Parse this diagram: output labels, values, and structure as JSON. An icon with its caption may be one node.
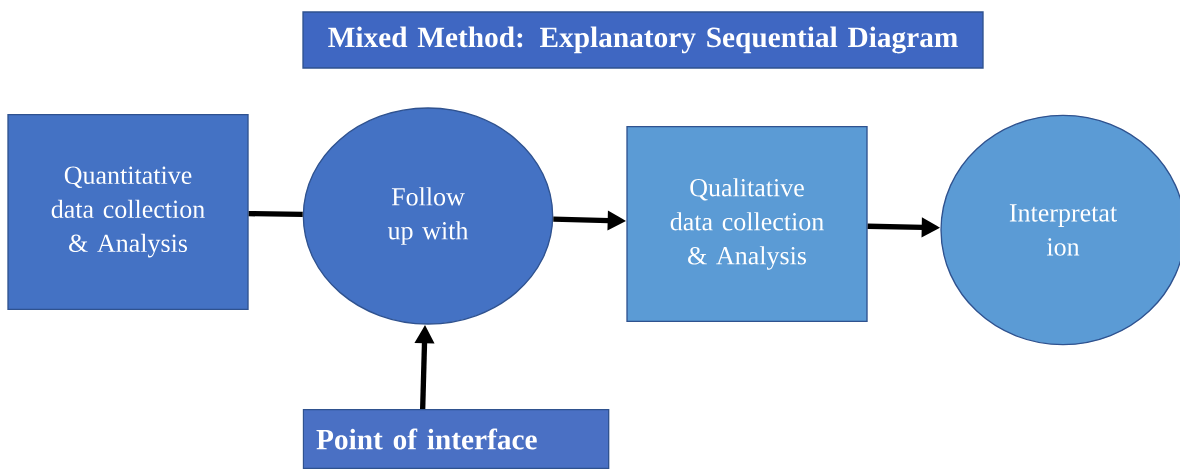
{
  "diagram": {
    "nodes": [
      {
        "text": [
          "Mixed Method:  Explanatory Sequential Diagram"
        ]
      },
      {
        "text": [
          "Quantitative data collection & Analysis"
        ]
      },
      {
        "text": [
          "Follow up with"
        ]
      },
      {
        "text": [
          "Qualitative data collection & Analysis"
        ]
      },
      {
        "text": [
          "Interpretat ion"
        ]
      },
      {
        "text": [
          "Point of interface"
        ]
      }
    ],
    "edges": [
      {
        "from": 1,
        "to": 2,
        "arrow": "none"
      },
      {
        "from": 2,
        "to": 3,
        "arrow": "to"
      },
      {
        "from": 3,
        "to": 4,
        "arrow": "to"
      },
      {
        "from": 5,
        "to": 2,
        "arrow": "to"
      }
    ]
  }
}
